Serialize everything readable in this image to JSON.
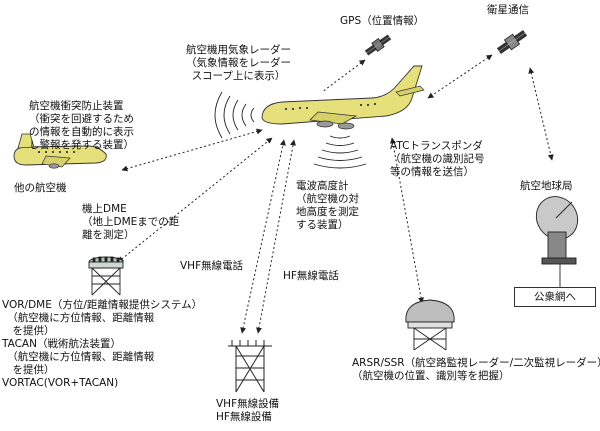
{
  "gps": {
    "label": "GPS（位置情報）"
  },
  "satellite": {
    "label": "衛星通信"
  },
  "weather_radar": {
    "title": "航空機用気象レーダー",
    "desc": [
      "（気象情報をレーダー",
      "スコープ上に表示）"
    ]
  },
  "tcas": {
    "title": "航空機衝突防止装置",
    "desc": [
      "（衝突を回避するため",
      "の情報を自動的に表示",
      "し警報を発する装置）"
    ]
  },
  "other_aircraft": {
    "label": "他の航空機"
  },
  "dme": {
    "title": "機上DME",
    "desc": [
      "（地上DMEまでの距",
      "離を測定）"
    ]
  },
  "radio_altimeter": {
    "title": "電波高度計",
    "desc": [
      "（航空機の対",
      "地高度を測定",
      "する装置）"
    ]
  },
  "atc_transponder": {
    "title": "ATCトランスポンダ",
    "desc": [
      "（航空機の識別記号",
      "等の情報を送信）"
    ]
  },
  "earth_station": {
    "label": "航空地球局",
    "box": "公衆網へ"
  },
  "vhf_phone": {
    "label": "VHF無線電話"
  },
  "hf_phone": {
    "label": "HF無線電話"
  },
  "vor_group": {
    "lines": [
      "VOR/DME（方位/距離情報提供システム）",
      "　（航空機に方位情報、距離情報",
      "　を提供）",
      "TACAN（戦術航法装置）",
      "　（航空機に方位情報、距離情報",
      "　を提供）",
      "VORTAC(VOR+TACAN)"
    ]
  },
  "radio_facility": {
    "lines": [
      "VHF無線設備",
      "HF無線設備"
    ]
  },
  "radar": {
    "title": "ARSR/SSR（航空路監視レーダー/二次監視レーダー）",
    "desc": "（航空機の位置、識別等を把握）"
  },
  "colors": {
    "aircraft": "#e6e07a",
    "line": "#222222"
  }
}
